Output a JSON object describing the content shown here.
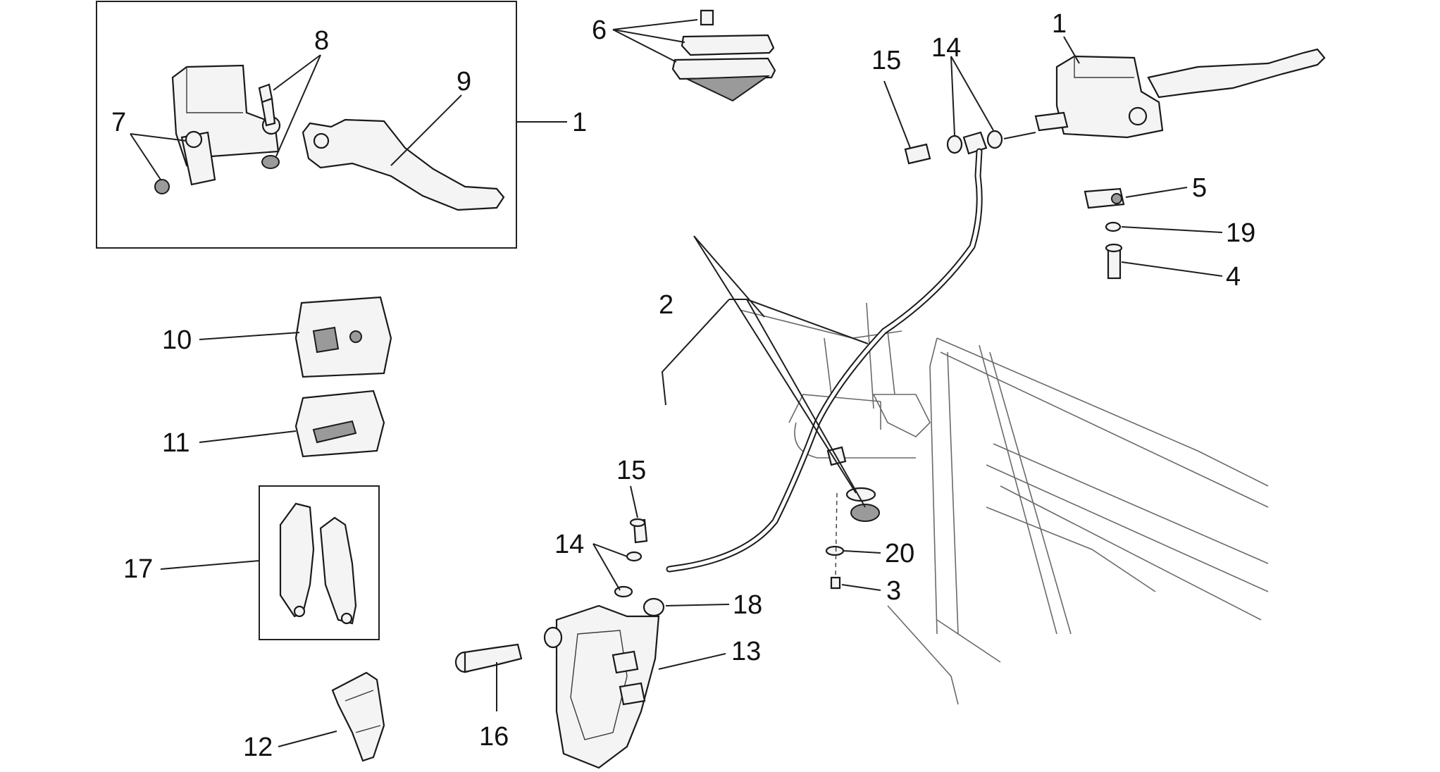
{
  "diagram": {
    "callouts": [
      {
        "id": "c1a",
        "text": "1"
      },
      {
        "id": "c1b",
        "text": "1"
      },
      {
        "id": "c2",
        "text": "2"
      },
      {
        "id": "c3",
        "text": "3"
      },
      {
        "id": "c4",
        "text": "4"
      },
      {
        "id": "c5",
        "text": "5"
      },
      {
        "id": "c6",
        "text": "6"
      },
      {
        "id": "c7",
        "text": "7"
      },
      {
        "id": "c8",
        "text": "8"
      },
      {
        "id": "c9",
        "text": "9"
      },
      {
        "id": "c10",
        "text": "10"
      },
      {
        "id": "c11",
        "text": "11"
      },
      {
        "id": "c12",
        "text": "12"
      },
      {
        "id": "c13",
        "text": "13"
      },
      {
        "id": "c14a",
        "text": "14"
      },
      {
        "id": "c14b",
        "text": "14"
      },
      {
        "id": "c15a",
        "text": "15"
      },
      {
        "id": "c15b",
        "text": "15"
      },
      {
        "id": "c16",
        "text": "16"
      },
      {
        "id": "c17",
        "text": "17"
      },
      {
        "id": "c18",
        "text": "18"
      },
      {
        "id": "c19",
        "text": "19"
      },
      {
        "id": "c20",
        "text": "20"
      }
    ]
  }
}
